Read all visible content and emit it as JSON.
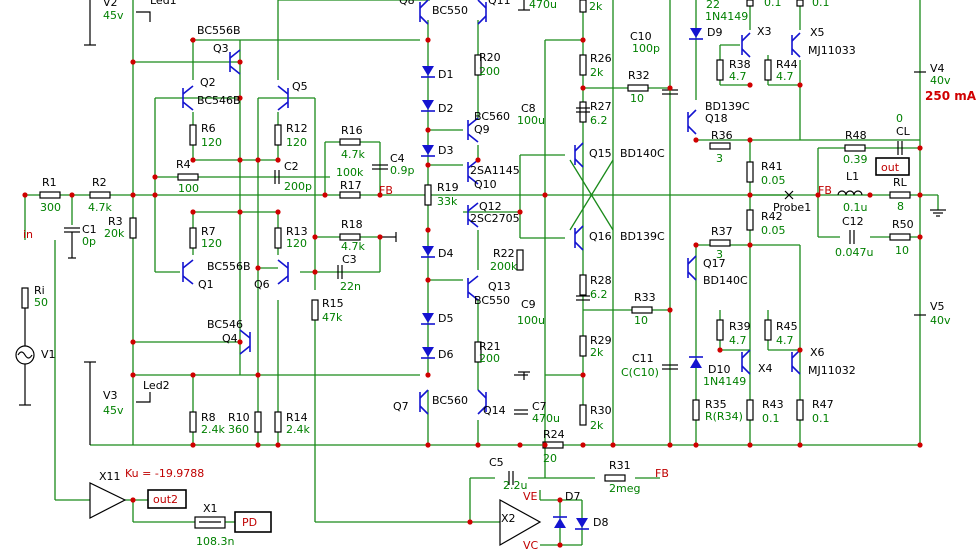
{
  "labels": [
    {
      "id": "V2",
      "t": "V2",
      "c": "k"
    },
    {
      "id": "V2v",
      "t": "45v",
      "c": "v"
    },
    {
      "id": "Led1",
      "t": "Led1",
      "c": "k"
    },
    {
      "id": "BC556B_a",
      "t": "BC556B",
      "c": "k"
    },
    {
      "id": "Q3",
      "t": "Q3",
      "c": "k"
    },
    {
      "id": "Q2",
      "t": "Q2",
      "c": "k"
    },
    {
      "id": "BC546B",
      "t": "BC546B",
      "c": "k"
    },
    {
      "id": "Q5",
      "t": "Q5",
      "c": "k"
    },
    {
      "id": "R6",
      "t": "R6",
      "c": "k"
    },
    {
      "id": "R6v",
      "t": "120",
      "c": "v"
    },
    {
      "id": "R12",
      "t": "R12",
      "c": "k"
    },
    {
      "id": "R12v",
      "t": "120",
      "c": "v"
    },
    {
      "id": "R4",
      "t": "R4",
      "c": "k"
    },
    {
      "id": "R4v",
      "t": "100",
      "c": "v"
    },
    {
      "id": "C2",
      "t": "C2",
      "c": "k"
    },
    {
      "id": "C2v",
      "t": "200p",
      "c": "v"
    },
    {
      "id": "R1",
      "t": "R1",
      "c": "k"
    },
    {
      "id": "R1v",
      "t": "300",
      "c": "v"
    },
    {
      "id": "R2",
      "t": "R2",
      "c": "k"
    },
    {
      "id": "R2v",
      "t": "4.7k",
      "c": "v"
    },
    {
      "id": "C1",
      "t": "C1",
      "c": "k"
    },
    {
      "id": "C1v",
      "t": "0p",
      "c": "v"
    },
    {
      "id": "R3",
      "t": "R3",
      "c": "k"
    },
    {
      "id": "R3v",
      "t": "20k",
      "c": "v"
    },
    {
      "id": "in",
      "t": "in",
      "c": "r"
    },
    {
      "id": "R7",
      "t": "R7",
      "c": "k"
    },
    {
      "id": "R7v",
      "t": "120",
      "c": "v"
    },
    {
      "id": "R13",
      "t": "R13",
      "c": "k"
    },
    {
      "id": "R13v",
      "t": "120",
      "c": "v"
    },
    {
      "id": "BC556B_b",
      "t": "BC556B",
      "c": "k"
    },
    {
      "id": "Q1",
      "t": "Q1",
      "c": "k"
    },
    {
      "id": "Q6",
      "t": "Q6",
      "c": "k"
    },
    {
      "id": "Ri",
      "t": "Ri",
      "c": "k"
    },
    {
      "id": "Riv",
      "t": "50",
      "c": "v"
    },
    {
      "id": "V1",
      "t": "V1",
      "c": "k"
    },
    {
      "id": "BC546",
      "t": "BC546",
      "c": "k"
    },
    {
      "id": "Q4",
      "t": "Q4",
      "c": "k"
    },
    {
      "id": "V3",
      "t": "V3",
      "c": "k"
    },
    {
      "id": "V3v",
      "t": "45v",
      "c": "v"
    },
    {
      "id": "Led2",
      "t": "Led2",
      "c": "k"
    },
    {
      "id": "R8",
      "t": "R8",
      "c": "k"
    },
    {
      "id": "R8v",
      "t": "2.4k",
      "c": "v"
    },
    {
      "id": "R10",
      "t": "R10",
      "c": "k"
    },
    {
      "id": "R10v",
      "t": "360",
      "c": "v"
    },
    {
      "id": "R14",
      "t": "R14",
      "c": "k"
    },
    {
      "id": "R14v",
      "t": "2.4k",
      "c": "v"
    },
    {
      "id": "R16",
      "t": "R16",
      "c": "k"
    },
    {
      "id": "R16v",
      "t": "4.7k",
      "c": "v"
    },
    {
      "id": "C4",
      "t": "C4",
      "c": "k"
    },
    {
      "id": "C4v",
      "t": "0.9p",
      "c": "v"
    },
    {
      "id": "R17v",
      "t": "100k",
      "c": "v"
    },
    {
      "id": "R17",
      "t": "R17",
      "c": "k"
    },
    {
      "id": "FB1",
      "t": "FB",
      "c": "r"
    },
    {
      "id": "R18",
      "t": "R18",
      "c": "k"
    },
    {
      "id": "R18v",
      "t": "4.7k",
      "c": "v"
    },
    {
      "id": "C3",
      "t": "C3",
      "c": "k"
    },
    {
      "id": "C3v",
      "t": "22n",
      "c": "v"
    },
    {
      "id": "R15",
      "t": "R15",
      "c": "k"
    },
    {
      "id": "R15v",
      "t": "47k",
      "c": "v"
    },
    {
      "id": "Q8",
      "t": "Q8",
      "c": "k"
    },
    {
      "id": "BC550_a",
      "t": "BC550",
      "c": "k"
    },
    {
      "id": "Q11",
      "t": "Q11",
      "c": "k"
    },
    {
      "id": "R20",
      "t": "R20",
      "c": "k"
    },
    {
      "id": "R20v",
      "t": "200",
      "c": "v"
    },
    {
      "id": "D1",
      "t": "D1",
      "c": "k"
    },
    {
      "id": "D2",
      "t": "D2",
      "c": "k"
    },
    {
      "id": "D3",
      "t": "D3",
      "c": "k"
    },
    {
      "id": "BC560_a",
      "t": "BC560",
      "c": "k"
    },
    {
      "id": "Q9",
      "t": "Q9",
      "c": "k"
    },
    {
      "id": "SA1145",
      "t": "2SA1145",
      "c": "k"
    },
    {
      "id": "Q10",
      "t": "Q10",
      "c": "k"
    },
    {
      "id": "R19",
      "t": "R19",
      "c": "k"
    },
    {
      "id": "R19v",
      "t": "33k",
      "c": "v"
    },
    {
      "id": "Q12",
      "t": "Q12",
      "c": "k"
    },
    {
      "id": "SC2705",
      "t": "2SC2705",
      "c": "k"
    },
    {
      "id": "D4",
      "t": "D4",
      "c": "k"
    },
    {
      "id": "R22",
      "t": "R22",
      "c": "k"
    },
    {
      "id": "R22v",
      "t": "200k",
      "c": "v"
    },
    {
      "id": "Q13",
      "t": "Q13",
      "c": "k"
    },
    {
      "id": "BC550_b",
      "t": "BC550",
      "c": "k"
    },
    {
      "id": "D5",
      "t": "D5",
      "c": "k"
    },
    {
      "id": "R21",
      "t": "R21",
      "c": "k"
    },
    {
      "id": "D6",
      "t": "D6",
      "c": "k"
    },
    {
      "id": "R21v",
      "t": "200",
      "c": "v"
    },
    {
      "id": "Q7",
      "t": "Q7",
      "c": "k"
    },
    {
      "id": "BC560_b",
      "t": "BC560",
      "c": "k"
    },
    {
      "id": "Q14",
      "t": "Q14",
      "c": "k"
    },
    {
      "id": "C7v0",
      "t": "470u",
      "c": "v"
    },
    {
      "id": "C7",
      "t": "C7",
      "c": "k"
    },
    {
      "id": "C7v",
      "t": "470u",
      "c": "v"
    },
    {
      "id": "R24",
      "t": "R24",
      "c": "k"
    },
    {
      "id": "R24v",
      "t": "20",
      "c": "v"
    },
    {
      "id": "C8",
      "t": "C8",
      "c": "k"
    },
    {
      "id": "C8v",
      "t": "100u",
      "c": "v"
    },
    {
      "id": "C9",
      "t": "C9",
      "c": "k"
    },
    {
      "id": "C9v",
      "t": "100u",
      "c": "v"
    },
    {
      "id": "R25v",
      "t": "2k",
      "c": "v"
    },
    {
      "id": "R26",
      "t": "R26",
      "c": "k"
    },
    {
      "id": "R26v",
      "t": "2k",
      "c": "v"
    },
    {
      "id": "R27",
      "t": "R27",
      "c": "k"
    },
    {
      "id": "R27v",
      "t": "6.2",
      "c": "v"
    },
    {
      "id": "Q15",
      "t": "Q15",
      "c": "k"
    },
    {
      "id": "BD140C_a",
      "t": "BD140C",
      "c": "k"
    },
    {
      "id": "Q16",
      "t": "Q16",
      "c": "k"
    },
    {
      "id": "BD139C_b",
      "t": "BD139C",
      "c": "k"
    },
    {
      "id": "R28",
      "t": "R28",
      "c": "k"
    },
    {
      "id": "R28v",
      "t": "6.2",
      "c": "v"
    },
    {
      "id": "R29",
      "t": "R29",
      "c": "k"
    },
    {
      "id": "R29v",
      "t": "2k",
      "c": "v"
    },
    {
      "id": "R30",
      "t": "R30",
      "c": "k"
    },
    {
      "id": "R30v",
      "t": "2k",
      "c": "v"
    },
    {
      "id": "C10",
      "t": "C10",
      "c": "k"
    },
    {
      "id": "C10v",
      "t": "100p",
      "c": "v"
    },
    {
      "id": "R32",
      "t": "R32",
      "c": "k"
    },
    {
      "id": "R32v",
      "t": "10",
      "c": "v"
    },
    {
      "id": "R33",
      "t": "R33",
      "c": "k"
    },
    {
      "id": "R33v",
      "t": "10",
      "c": "v"
    },
    {
      "id": "C11",
      "t": "C11",
      "c": "k"
    },
    {
      "id": "C11v",
      "t": "C(C10)",
      "c": "v"
    },
    {
      "id": "D9v",
      "t": "22",
      "c": "v"
    },
    {
      "id": "N4149a",
      "t": "1N4149",
      "c": "v"
    },
    {
      "id": "D9",
      "t": "D9",
      "c": "k"
    },
    {
      "id": "R38",
      "t": "R38",
      "c": "k"
    },
    {
      "id": "R38v",
      "t": "4.7",
      "c": "v"
    },
    {
      "id": "X3",
      "t": "X3",
      "c": "k"
    },
    {
      "id": "BD139C_a",
      "t": "BD139C",
      "c": "k"
    },
    {
      "id": "Q18",
      "t": "Q18",
      "c": "k"
    },
    {
      "id": "R36",
      "t": "R36",
      "c": "k"
    },
    {
      "id": "R36v",
      "t": "3",
      "c": "v"
    },
    {
      "id": "top01a",
      "t": "0.1",
      "c": "v"
    },
    {
      "id": "top01b",
      "t": "0.1",
      "c": "v"
    },
    {
      "id": "X5",
      "t": "X5",
      "c": "k"
    },
    {
      "id": "MJ11033",
      "t": "MJ11033",
      "c": "k"
    },
    {
      "id": "R44",
      "t": "R44",
      "c": "k"
    },
    {
      "id": "R44v",
      "t": "4.7",
      "c": "v"
    },
    {
      "id": "R41",
      "t": "R41",
      "c": "k"
    },
    {
      "id": "R41v",
      "t": "0.05",
      "c": "v"
    },
    {
      "id": "R42",
      "t": "R42",
      "c": "k"
    },
    {
      "id": "R42v",
      "t": "0.05",
      "c": "v"
    },
    {
      "id": "Probe1",
      "t": "Probe1",
      "c": "k"
    },
    {
      "id": "FB2",
      "t": "FB",
      "c": "r"
    },
    {
      "id": "R37",
      "t": "R37",
      "c": "k"
    },
    {
      "id": "R37v",
      "t": "3",
      "c": "v"
    },
    {
      "id": "Q17",
      "t": "Q17",
      "c": "k"
    },
    {
      "id": "BD140C_b",
      "t": "BD140C",
      "c": "k"
    },
    {
      "id": "R39",
      "t": "R39",
      "c": "k"
    },
    {
      "id": "R39v",
      "t": "4.7",
      "c": "v"
    },
    {
      "id": "R45",
      "t": "R45",
      "c": "k"
    },
    {
      "id": "R45v",
      "t": "4.7",
      "c": "v"
    },
    {
      "id": "D10",
      "t": "D10",
      "c": "k"
    },
    {
      "id": "N4149b",
      "t": "1N4149",
      "c": "v"
    },
    {
      "id": "X4",
      "t": "X4",
      "c": "k"
    },
    {
      "id": "X6",
      "t": "X6",
      "c": "k"
    },
    {
      "id": "MJ11032",
      "t": "MJ11032",
      "c": "k"
    },
    {
      "id": "R35",
      "t": "R35",
      "c": "k"
    },
    {
      "id": "R35v",
      "t": "R(R34)",
      "c": "v"
    },
    {
      "id": "R43",
      "t": "R43",
      "c": "k"
    },
    {
      "id": "R43v",
      "t": "0.1",
      "c": "v"
    },
    {
      "id": "R47",
      "t": "R47",
      "c": "k"
    },
    {
      "id": "R47v",
      "t": "0.1",
      "c": "v"
    },
    {
      "id": "V4",
      "t": "V4",
      "c": "k"
    },
    {
      "id": "V4v",
      "t": "40v",
      "c": "v"
    },
    {
      "id": "CLv",
      "t": "0",
      "c": "v"
    },
    {
      "id": "CL",
      "t": "CL",
      "c": "k"
    },
    {
      "id": "R48",
      "t": "R48",
      "c": "k"
    },
    {
      "id": "R48v",
      "t": "0.39",
      "c": "v"
    },
    {
      "id": "L1",
      "t": "L1",
      "c": "k"
    },
    {
      "id": "L1v",
      "t": "0.1u",
      "c": "v"
    },
    {
      "id": "RL",
      "t": "RL",
      "c": "k"
    },
    {
      "id": "RLv",
      "t": "8",
      "c": "v"
    },
    {
      "id": "C12",
      "t": "C12",
      "c": "k"
    },
    {
      "id": "C12v",
      "t": "0.047u",
      "c": "v"
    },
    {
      "id": "R50",
      "t": "R50",
      "c": "k"
    },
    {
      "id": "R50v",
      "t": "10",
      "c": "v"
    },
    {
      "id": "V5",
      "t": "V5",
      "c": "k"
    },
    {
      "id": "V5v",
      "t": "40v",
      "c": "v"
    },
    {
      "id": "X11",
      "t": "X11",
      "c": "k"
    },
    {
      "id": "Ku",
      "t": "Ku = -19.9788",
      "c": "r"
    },
    {
      "id": "X1",
      "t": "X1",
      "c": "k"
    },
    {
      "id": "X1v",
      "t": "108.3n",
      "c": "v"
    },
    {
      "id": "C5",
      "t": "C5",
      "c": "k"
    },
    {
      "id": "C5v",
      "t": "2.2u",
      "c": "v"
    },
    {
      "id": "R31",
      "t": "R31",
      "c": "k"
    },
    {
      "id": "R31v",
      "t": "2meg",
      "c": "v"
    },
    {
      "id": "FB3",
      "t": "FB",
      "c": "r"
    },
    {
      "id": "VE",
      "t": "VE",
      "c": "r"
    },
    {
      "id": "D7",
      "t": "D7",
      "c": "k"
    },
    {
      "id": "X2",
      "t": "X2",
      "c": "k"
    },
    {
      "id": "D8",
      "t": "D8",
      "c": "k"
    },
    {
      "id": "VC",
      "t": "VC",
      "c": "r"
    },
    {
      "id": "ma250",
      "t": "250 mA",
      "c": "big"
    }
  ],
  "boxes": {
    "out": "out",
    "out2": "out2",
    "pd": "PD"
  },
  "colors": {
    "wire": "#1a8a1a",
    "junction": "#d00000",
    "transistor": "#1414d0",
    "value": "#008000",
    "net_label": "#c00000"
  }
}
